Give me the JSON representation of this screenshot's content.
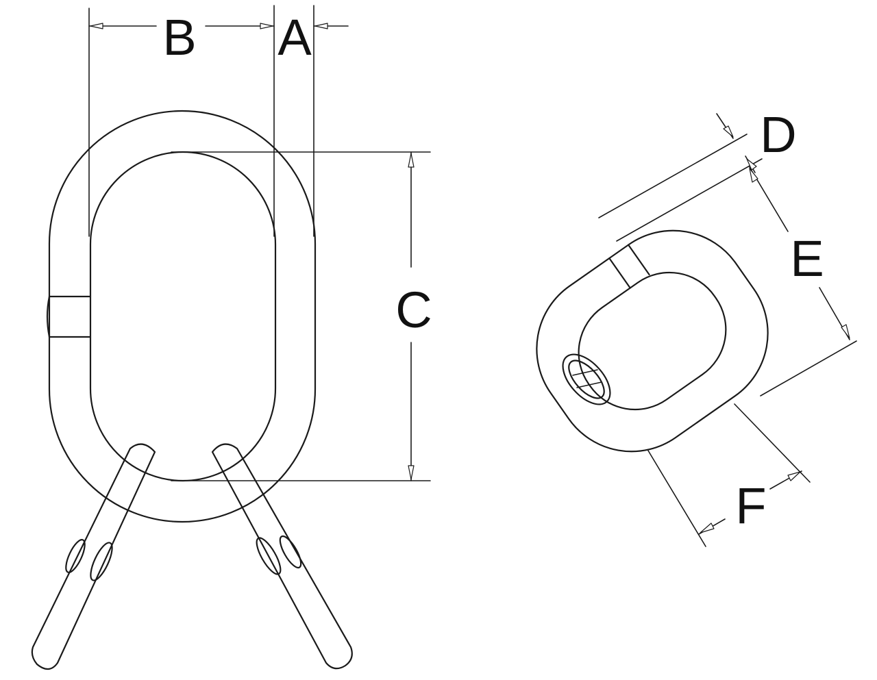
{
  "labels": {
    "A": "A",
    "B": "B",
    "C": "C",
    "D": "D",
    "E": "E",
    "F": "F"
  },
  "colors": {
    "line": "#1a1a1a",
    "background": "#ffffff"
  }
}
